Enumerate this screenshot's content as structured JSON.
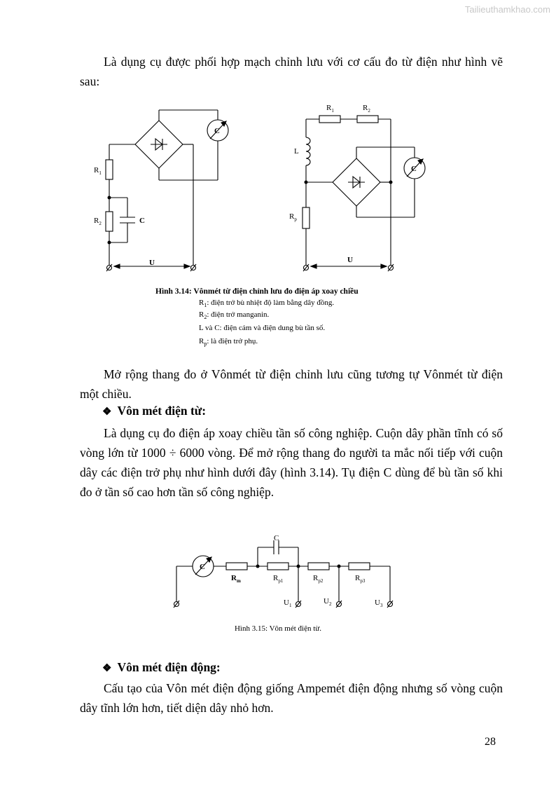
{
  "watermark": "Tailieuthamkhao.com",
  "para1": "Là dụng cụ được phối hợp mạch chỉnh lưu với cơ cấu đo từ điện như hình vẽ sau:",
  "fig314": {
    "left": {
      "r1": "R",
      "r1_sub": "1",
      "r2": "R",
      "r2_sub": "2",
      "c": "C",
      "u": "U",
      "meter": "C"
    },
    "right": {
      "r1": "R",
      "r1_sub": "1",
      "r2": "R",
      "r2_sub": "2",
      "l": "L",
      "rp": "R",
      "rp_sub": "p",
      "u": "U",
      "meter": "C"
    },
    "caption": "Hình 3.14:  Vônmét từ điện chỉnh lưu đo điện áp xoay chiều",
    "legend": [
      {
        "sym": "R",
        "sub": "1",
        "text": ": điện trở bù nhiệt độ làm bằng dây đồng."
      },
      {
        "sym": "R",
        "sub": "2",
        "text": ": điện trở manganin."
      },
      {
        "sym": "",
        "sub": "",
        "text": "L và C: điện cảm và điện dung bù tần số."
      },
      {
        "sym": "R",
        "sub": "p",
        "text": ": là điện trở phụ."
      }
    ]
  },
  "para2": " Mở rộng thang đo ở Vônmét từ điện chỉnh lưu cũng tương tự Vônmét từ điện một chiều.",
  "heading1": "Vôn mét điện từ:",
  "para3": "Là dụng cụ đo điện áp xoay chiều tần số công nghiệp. Cuộn dây phần tĩnh có số vòng lớn từ 1000 ÷ 6000 vòng. Để mở rộng thang đo người ta mắc nối tiếp với cuộn dây các điện trở phụ như hình dưới đây (hình 3.14). Tụ điện C dùng để bù tần số khi đo ở tần số cao hơn tần số công nghiệp.",
  "fig315": {
    "c": "C",
    "meter": "C",
    "rm": "R",
    "rm_sub": "m",
    "rp1": "R",
    "rp1_sub": "p1",
    "rp2": "R",
    "rp2_sub": "p2",
    "rp3": "R",
    "rp3_sub": "p3",
    "u1": "U",
    "u1_sub": "1",
    "u2": "U",
    "u2_sub": "2",
    "u3": "U",
    "u3_sub": "3",
    "caption": "Hình 3.15: Vôn mét điện từ."
  },
  "heading2": "Vôn mét điện động:",
  "para4": "Cấu tạo của Vôn mét điện động giống Ampemét điện động nhưng số vòng cuộn dây tĩnh lớn hơn, tiết diện dây nhỏ hơn.",
  "bullet": "❖",
  "page_number": "28"
}
